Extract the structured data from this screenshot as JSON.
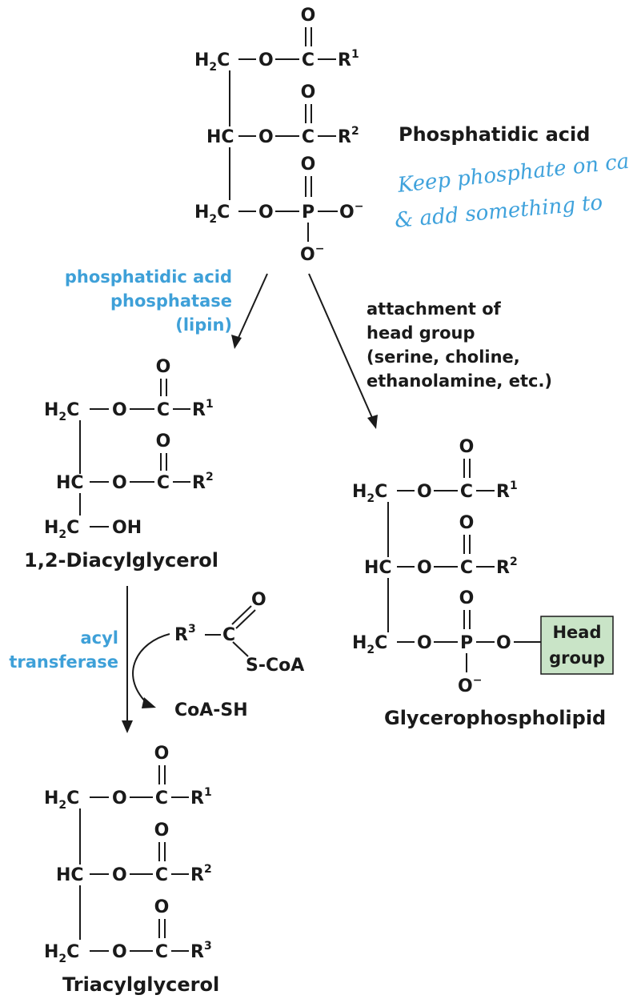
{
  "molecules": {
    "phosphatidic_acid": {
      "name": "Phosphatidic acid",
      "rows": [
        {
          "carbon": "H",
          "carbon_sub": "2",
          "carbon_tail": "C",
          "link": "O",
          "center": "C",
          "top": "O",
          "sub": "R",
          "sup": "1"
        },
        {
          "carbon": "HC",
          "link": "O",
          "center": "C",
          "top": "O",
          "sub": "R",
          "sup": "2"
        },
        {
          "carbon": "H",
          "carbon_sub": "2",
          "carbon_tail": "C",
          "link": "O",
          "center": "P",
          "top": "O",
          "sub": "O",
          "sup": "−",
          "bottom": "O",
          "bottom_sup": "−"
        }
      ]
    },
    "diacylglycerol": {
      "name": "1,2-Diacylglycerol",
      "oh": "OH"
    },
    "triacylglycerol": {
      "name": "Triacylglycerol"
    },
    "glycerophospholipid": {
      "name": "Glycerophospholipid",
      "head_group_line1": "Head",
      "head_group_line2": "group"
    }
  },
  "labels": {
    "H": "H",
    "two": "2",
    "C": "C",
    "HC": "HC",
    "O": "O",
    "P": "P",
    "R": "R",
    "one": "1",
    "three": "3",
    "minus": "−",
    "scoa": "S-CoA",
    "coash": "CoA-SH"
  },
  "enzymes": {
    "lipin_line1": "phosphatidic acid",
    "lipin_line2": "phosphatase",
    "lipin_line3": "(lipin)",
    "acyl_line1": "acyl",
    "acyl_line2": "transferase"
  },
  "steps": {
    "head_line1": "attachment of",
    "head_line2": "head group",
    "head_line3": "(serine, choline,",
    "head_line4": "ethanolamine, etc.)"
  },
  "handwritten_note": {
    "line1": "Keep phosphate on carb",
    "line2": "& add something to"
  },
  "colors": {
    "enzyme_blue": "#3ea0d8",
    "handwriting_blue": "#3fa2dc",
    "head_group_fill": "#c9e4c7"
  }
}
